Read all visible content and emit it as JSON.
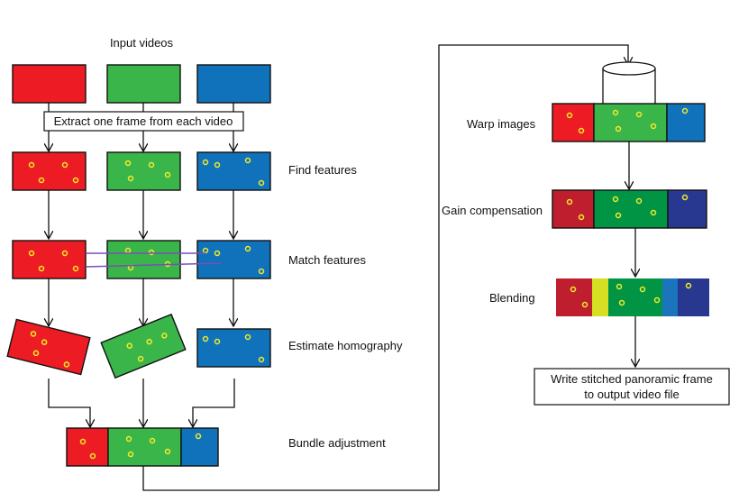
{
  "colors": {
    "red": "#ed1c24",
    "green": "#3ab54a",
    "blue": "#0f72ba",
    "dark_red": "#be1e2d",
    "dark_green": "#009444",
    "dark_blue": "#283891",
    "yellow_green": "#d7df23",
    "light_blue": "#1b75bc",
    "feature_dot": "#f2ea2a",
    "match_line": "#7a4fb5"
  },
  "left_column": {
    "input_label": "Input videos",
    "extract_label": "Extract one frame from each video",
    "step_find": "Find features",
    "step_match": "Match features",
    "step_homography": "Estimate homography",
    "step_bundle": "Bundle adjustment"
  },
  "right_column": {
    "step_warp": "Warp images",
    "step_gain": "Gain compensation",
    "step_blend": "Blending",
    "output_line1": "Write stitched panoramic frame",
    "output_line2": "to output video file"
  },
  "icons": [
    "database-cylinder-icon",
    "feature-point-icon",
    "arrow-head-icon"
  ]
}
